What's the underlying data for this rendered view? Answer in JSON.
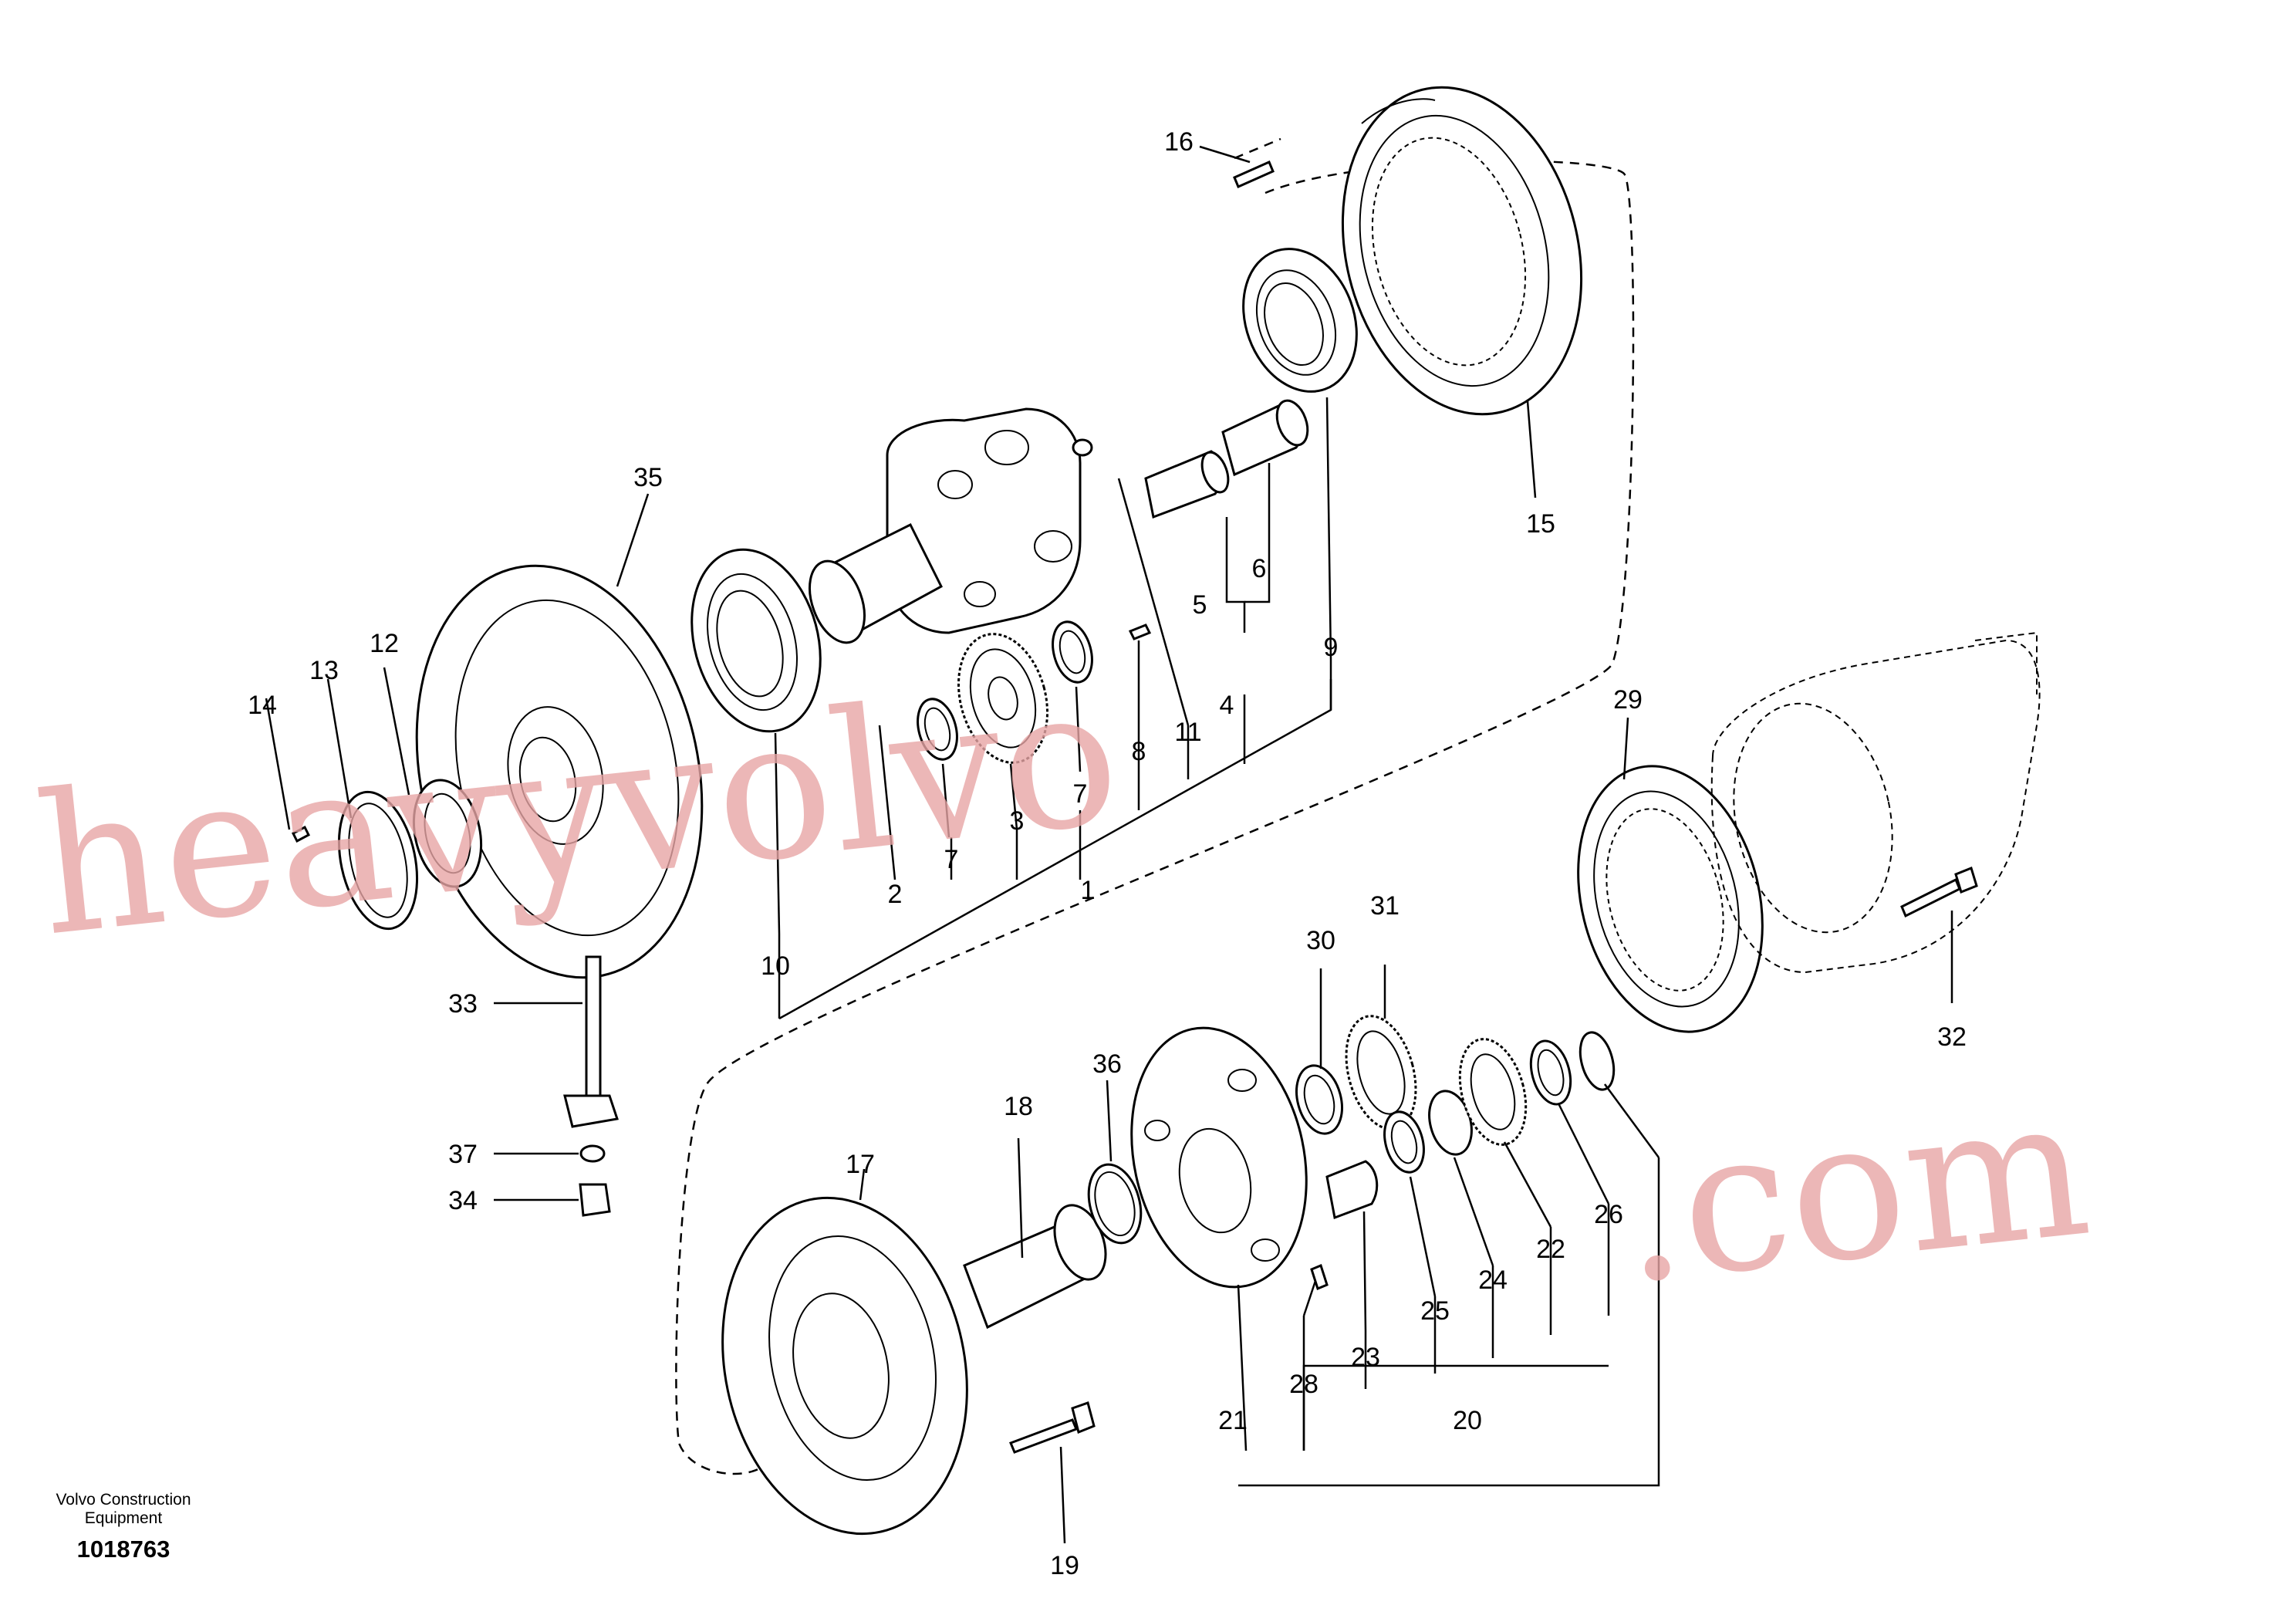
{
  "diagram": {
    "part_labels": {
      "p1": "1",
      "p2": "2",
      "p3": "3",
      "p4": "4",
      "p5": "5",
      "p6": "6",
      "p7a": "7",
      "p7b": "7",
      "p8": "8",
      "p9": "9",
      "p10": "10",
      "p11": "11",
      "p12": "12",
      "p13": "13",
      "p14": "14",
      "p15": "15",
      "p16": "16",
      "p17": "17",
      "p18": "18",
      "p19": "19",
      "p20": "20",
      "p21": "21",
      "p22": "22",
      "p23": "23",
      "p24": "24",
      "p25": "25",
      "p26": "26",
      "p28": "28",
      "p29": "29",
      "p30": "30",
      "p31": "31",
      "p32": "32",
      "p33": "33",
      "p34": "34",
      "p35": "35",
      "p36": "36",
      "p37": "37"
    }
  },
  "footer": {
    "brand_line1": "Volvo Construction",
    "brand_line2": "Equipment",
    "drawing_number": "1018763"
  },
  "watermark": {
    "text_left": "heavyvolvo",
    "text_right": ".com"
  }
}
